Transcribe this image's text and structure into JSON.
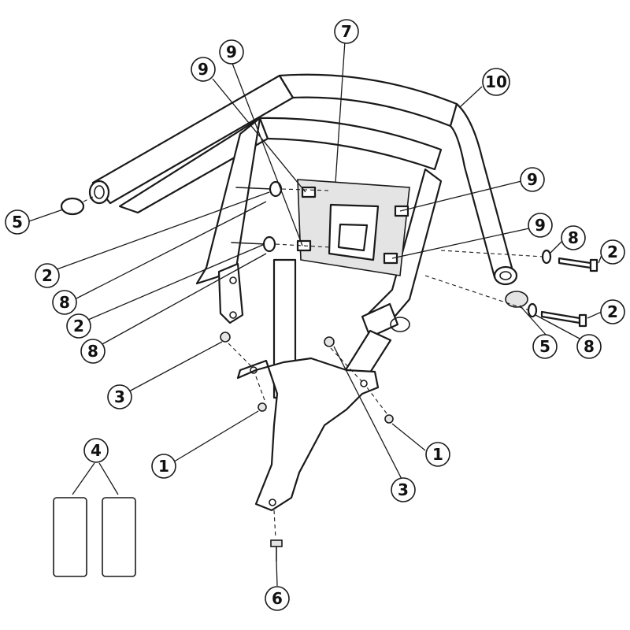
{
  "diagram": {
    "colors": {
      "line": "#1a1a1a",
      "background": "#ffffff",
      "shade": "#e4e4e4"
    },
    "callouts": [
      {
        "id": "c1a",
        "label": "1"
      },
      {
        "id": "c1b",
        "label": "1"
      },
      {
        "id": "c2a",
        "label": "2"
      },
      {
        "id": "c2b",
        "label": "2"
      },
      {
        "id": "c2c",
        "label": "2"
      },
      {
        "id": "c2d",
        "label": "2"
      },
      {
        "id": "c3a",
        "label": "3"
      },
      {
        "id": "c3b",
        "label": "3"
      },
      {
        "id": "c4",
        "label": "4"
      },
      {
        "id": "c5a",
        "label": "5"
      },
      {
        "id": "c5b",
        "label": "5"
      },
      {
        "id": "c6",
        "label": "6"
      },
      {
        "id": "c7",
        "label": "7"
      },
      {
        "id": "c8a",
        "label": "8"
      },
      {
        "id": "c8b",
        "label": "8"
      },
      {
        "id": "c8c",
        "label": "8"
      },
      {
        "id": "c8d",
        "label": "8"
      },
      {
        "id": "c9a",
        "label": "9"
      },
      {
        "id": "c9b",
        "label": "9"
      },
      {
        "id": "c9c",
        "label": "9"
      },
      {
        "id": "c9d",
        "label": "9"
      },
      {
        "id": "c10",
        "label": "10"
      }
    ]
  }
}
